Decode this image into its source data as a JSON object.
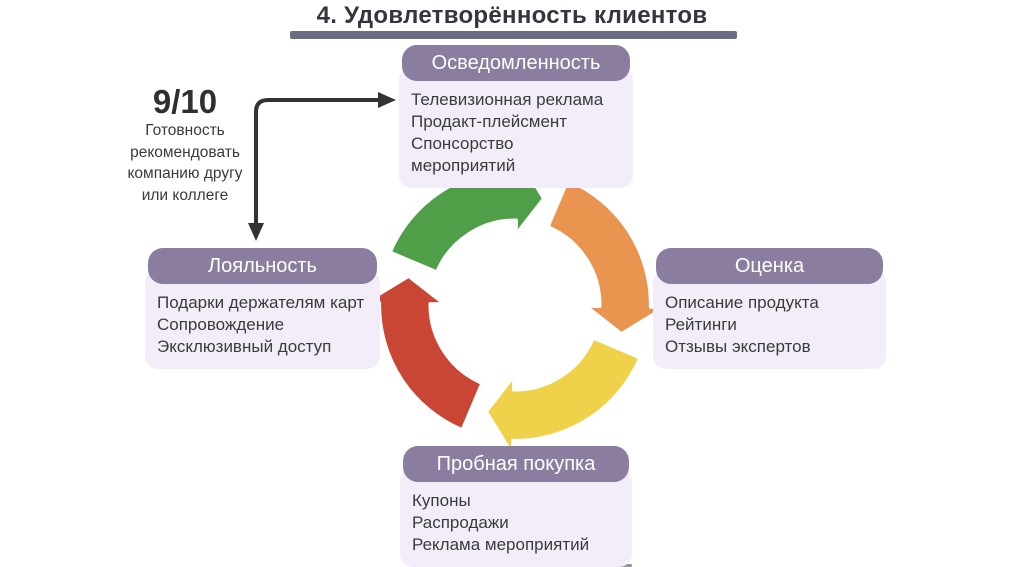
{
  "title": "4. Удовлетворённость клиентов",
  "colors": {
    "title_bar": "#6b6b84",
    "node_header_bg": "#8b7d9f",
    "node_body_bg": "#f2edf8",
    "connector": "#333333"
  },
  "nps": {
    "score": "9/10",
    "lines": [
      "Готовность",
      "рекомендовать",
      "компанию другу",
      "или коллеге"
    ]
  },
  "nodes": {
    "awareness": {
      "title": "Осведомленность",
      "items": [
        "Телевизионная реклама",
        "Продакт-плейсмент",
        "Спонсорство мероприятий"
      ]
    },
    "evaluation": {
      "title": "Оценка",
      "items": [
        "Описание продукта",
        "Рейтинги",
        "Отзывы экспертов"
      ]
    },
    "trial": {
      "title": "Пробная покупка",
      "items": [
        "Купоны",
        "Распродажи",
        "Реклама мероприятий"
      ]
    },
    "loyalty": {
      "title": "Лояльность",
      "items": [
        "Подарки держателям карт",
        "Сопровождение",
        "Эксклюзивный доступ"
      ]
    }
  },
  "cycle": {
    "segments": [
      {
        "name": "awareness-arc",
        "color": "#4f9e48"
      },
      {
        "name": "evaluation-arc",
        "color": "#e9944f"
      },
      {
        "name": "trial-arc",
        "color": "#f0d14a"
      },
      {
        "name": "loyalty-arc",
        "color": "#c94534"
      }
    ]
  }
}
